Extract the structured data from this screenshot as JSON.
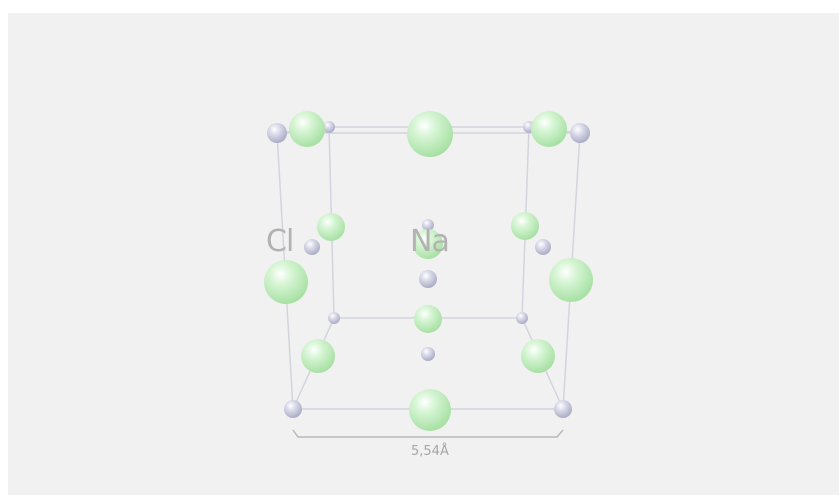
{
  "labels": {
    "chlorine": "Cl",
    "sodium": "Na",
    "lattice_constant": "5,54Å"
  },
  "colors": {
    "background": "#f1f1f1",
    "chlorine_atom": "#c8f0c8",
    "sodium_atom": "#cfd0e0",
    "edges": "#d4d4e0",
    "label_text": "#b2b2b2"
  }
}
